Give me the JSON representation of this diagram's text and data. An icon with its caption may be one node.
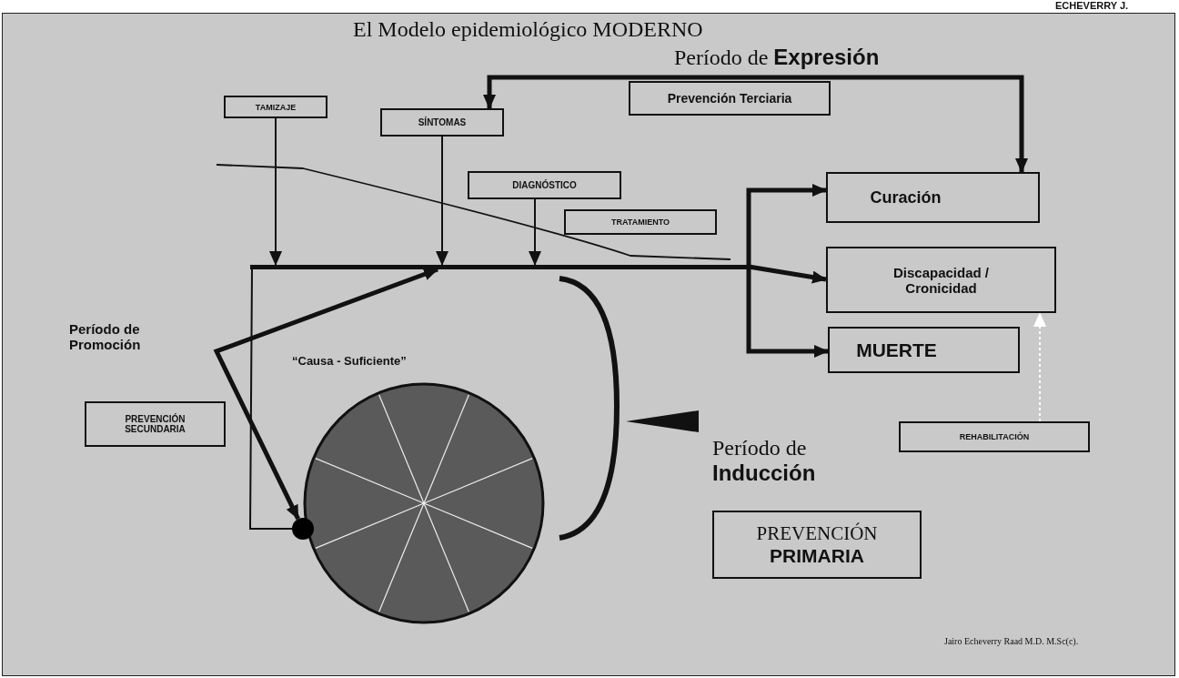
{
  "diagram": {
    "title": "El Modelo epidemiológico MODERNO",
    "nodes": [
      {
        "text": [
          "Prevención Terciaria"
        ]
      },
      {
        "text": [
          "TAMIZAJE"
        ]
      },
      {
        "text": [
          "SÍNTOMAS"
        ]
      },
      {
        "text": [
          "DIAGNÓSTICO"
        ]
      },
      {
        "text": [
          "TRATAMIENTO"
        ]
      },
      {
        "text": [
          "Curación"
        ]
      },
      {
        "text": [
          "Discapacidad / Cronicidad"
        ]
      },
      {
        "text": [
          "MUERTE"
        ]
      },
      {
        "text": [
          "PREVENCIÓN SECUNDARIA"
        ]
      },
      {
        "text": [
          "REHABILITACIÓN"
        ]
      },
      {
        "text": [
          "PREVENCIÓN **PRIMARIA**"
        ]
      },
      {
        "text": [],
        "shape": "circle"
      },
      {
        "text": [],
        "shape": "circle"
      },
      {
        "text": [],
        "shape": "bar"
      }
    ],
    "edges": [
      {
        "from": 1,
        "to": 13,
        "arrow": "to"
      },
      {
        "from": 2,
        "to": 13,
        "arrow": "to"
      },
      {
        "from": 3,
        "to": 13,
        "arrow": "to"
      },
      {
        "from": 12,
        "to": 13,
        "arrow": "none"
      },
      {
        "from": 13,
        "to": 6,
        "arrow": "to",
        "style": "thick"
      },
      {
        "from": 13,
        "to": 5,
        "arrow": "to",
        "style": "thick"
      },
      {
        "from": 13,
        "to": 7,
        "arrow": "to",
        "style": "thick"
      },
      {
        "from": 13,
        "to": 12,
        "arrow": "both",
        "style": "thick"
      },
      {
        "from": 9,
        "to": 6,
        "arrow": "to",
        "style": "dashed",
        "color": "#ffffff"
      },
      {
        "from": 2,
        "to": 5,
        "arrow": "both",
        "style": "thick"
      }
    ],
    "labels": [
      "ECHEVERRY J.",
      "Período de **Expresión**",
      "Período de **Promoción**",
      "“Causa - Suficiente”",
      "Período de **Inducción**",
      "Jairo Echeverry Raad M.D. M.Sc(c)."
    ]
  }
}
